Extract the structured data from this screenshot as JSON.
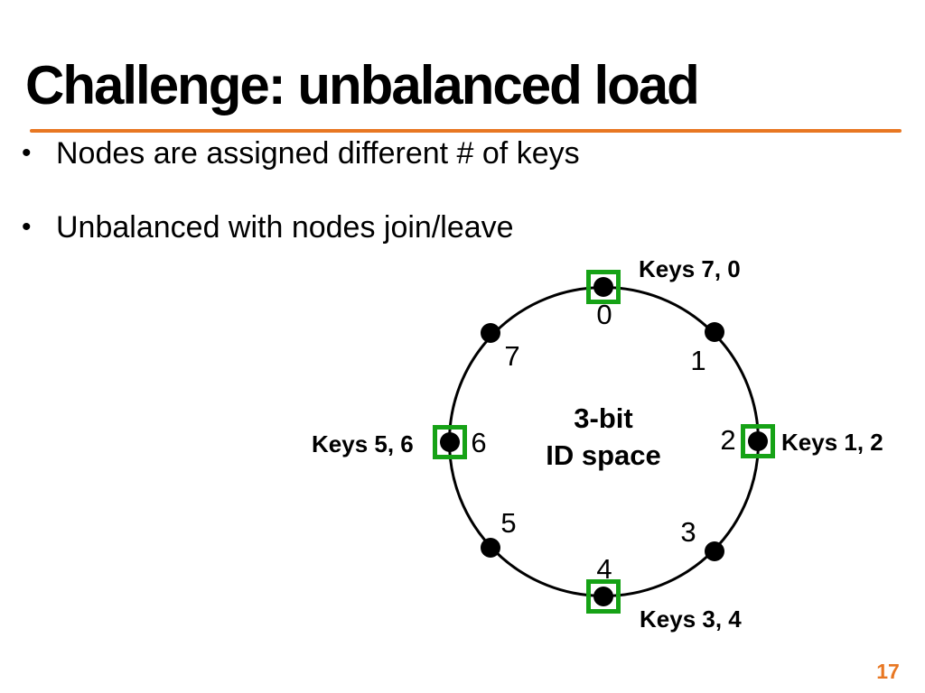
{
  "slide": {
    "title": "Challenge: unbalanced load",
    "bullets": [
      "Nodes are assigned different # of keys",
      "Unbalanced with nodes join/leave"
    ],
    "bullet_glyph": "•",
    "page_number": "17"
  },
  "diagram": {
    "center_label_line1": "3-bit",
    "center_label_line2": "ID space",
    "positions": [
      "0",
      "1",
      "2",
      "3",
      "4",
      "5",
      "6",
      "7"
    ],
    "key_labels": {
      "top": "Keys 7, 0",
      "right": "Keys 1, 2",
      "bottom": "Keys 3, 4",
      "left": "Keys 5, 6"
    },
    "highlighted_nodes": [
      "0",
      "2",
      "4",
      "6"
    ]
  },
  "colors": {
    "accent_orange": "#E87722",
    "node_highlight_green": "#16A216",
    "background": "#FFFFFF"
  }
}
